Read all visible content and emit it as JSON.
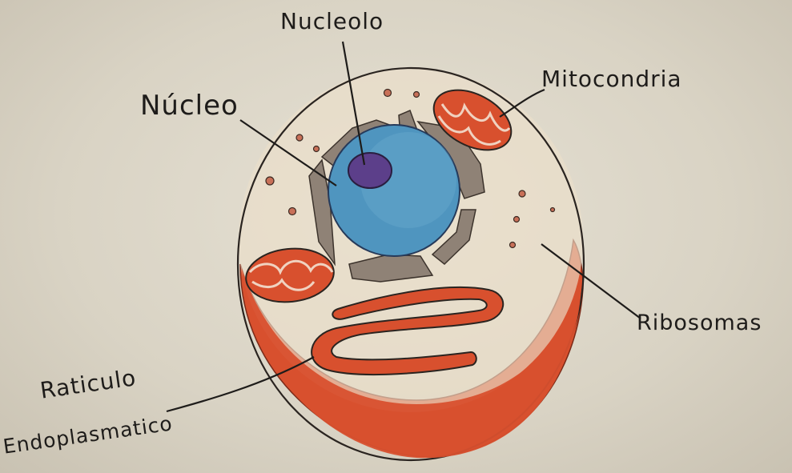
{
  "diagram": {
    "labels": {
      "nucleolo": "Nucleolo",
      "nucleo": "Núcleo",
      "mitocondria": "Mitocondria",
      "ribosomas": "Ribosomas",
      "reticulo_line1": "Raticulo",
      "reticulo_line2": "Endoplasmatico"
    },
    "colors": {
      "paper": "#dcd6c8",
      "cytoplasm": "#e8dcc8",
      "membrane_red": "#d8502e",
      "nucleus_blue": "#4f95bf",
      "nucleolus_purple": "#5c3f8a",
      "envelope_brown": "#8f8276",
      "ink": "#1e1c1a"
    }
  }
}
